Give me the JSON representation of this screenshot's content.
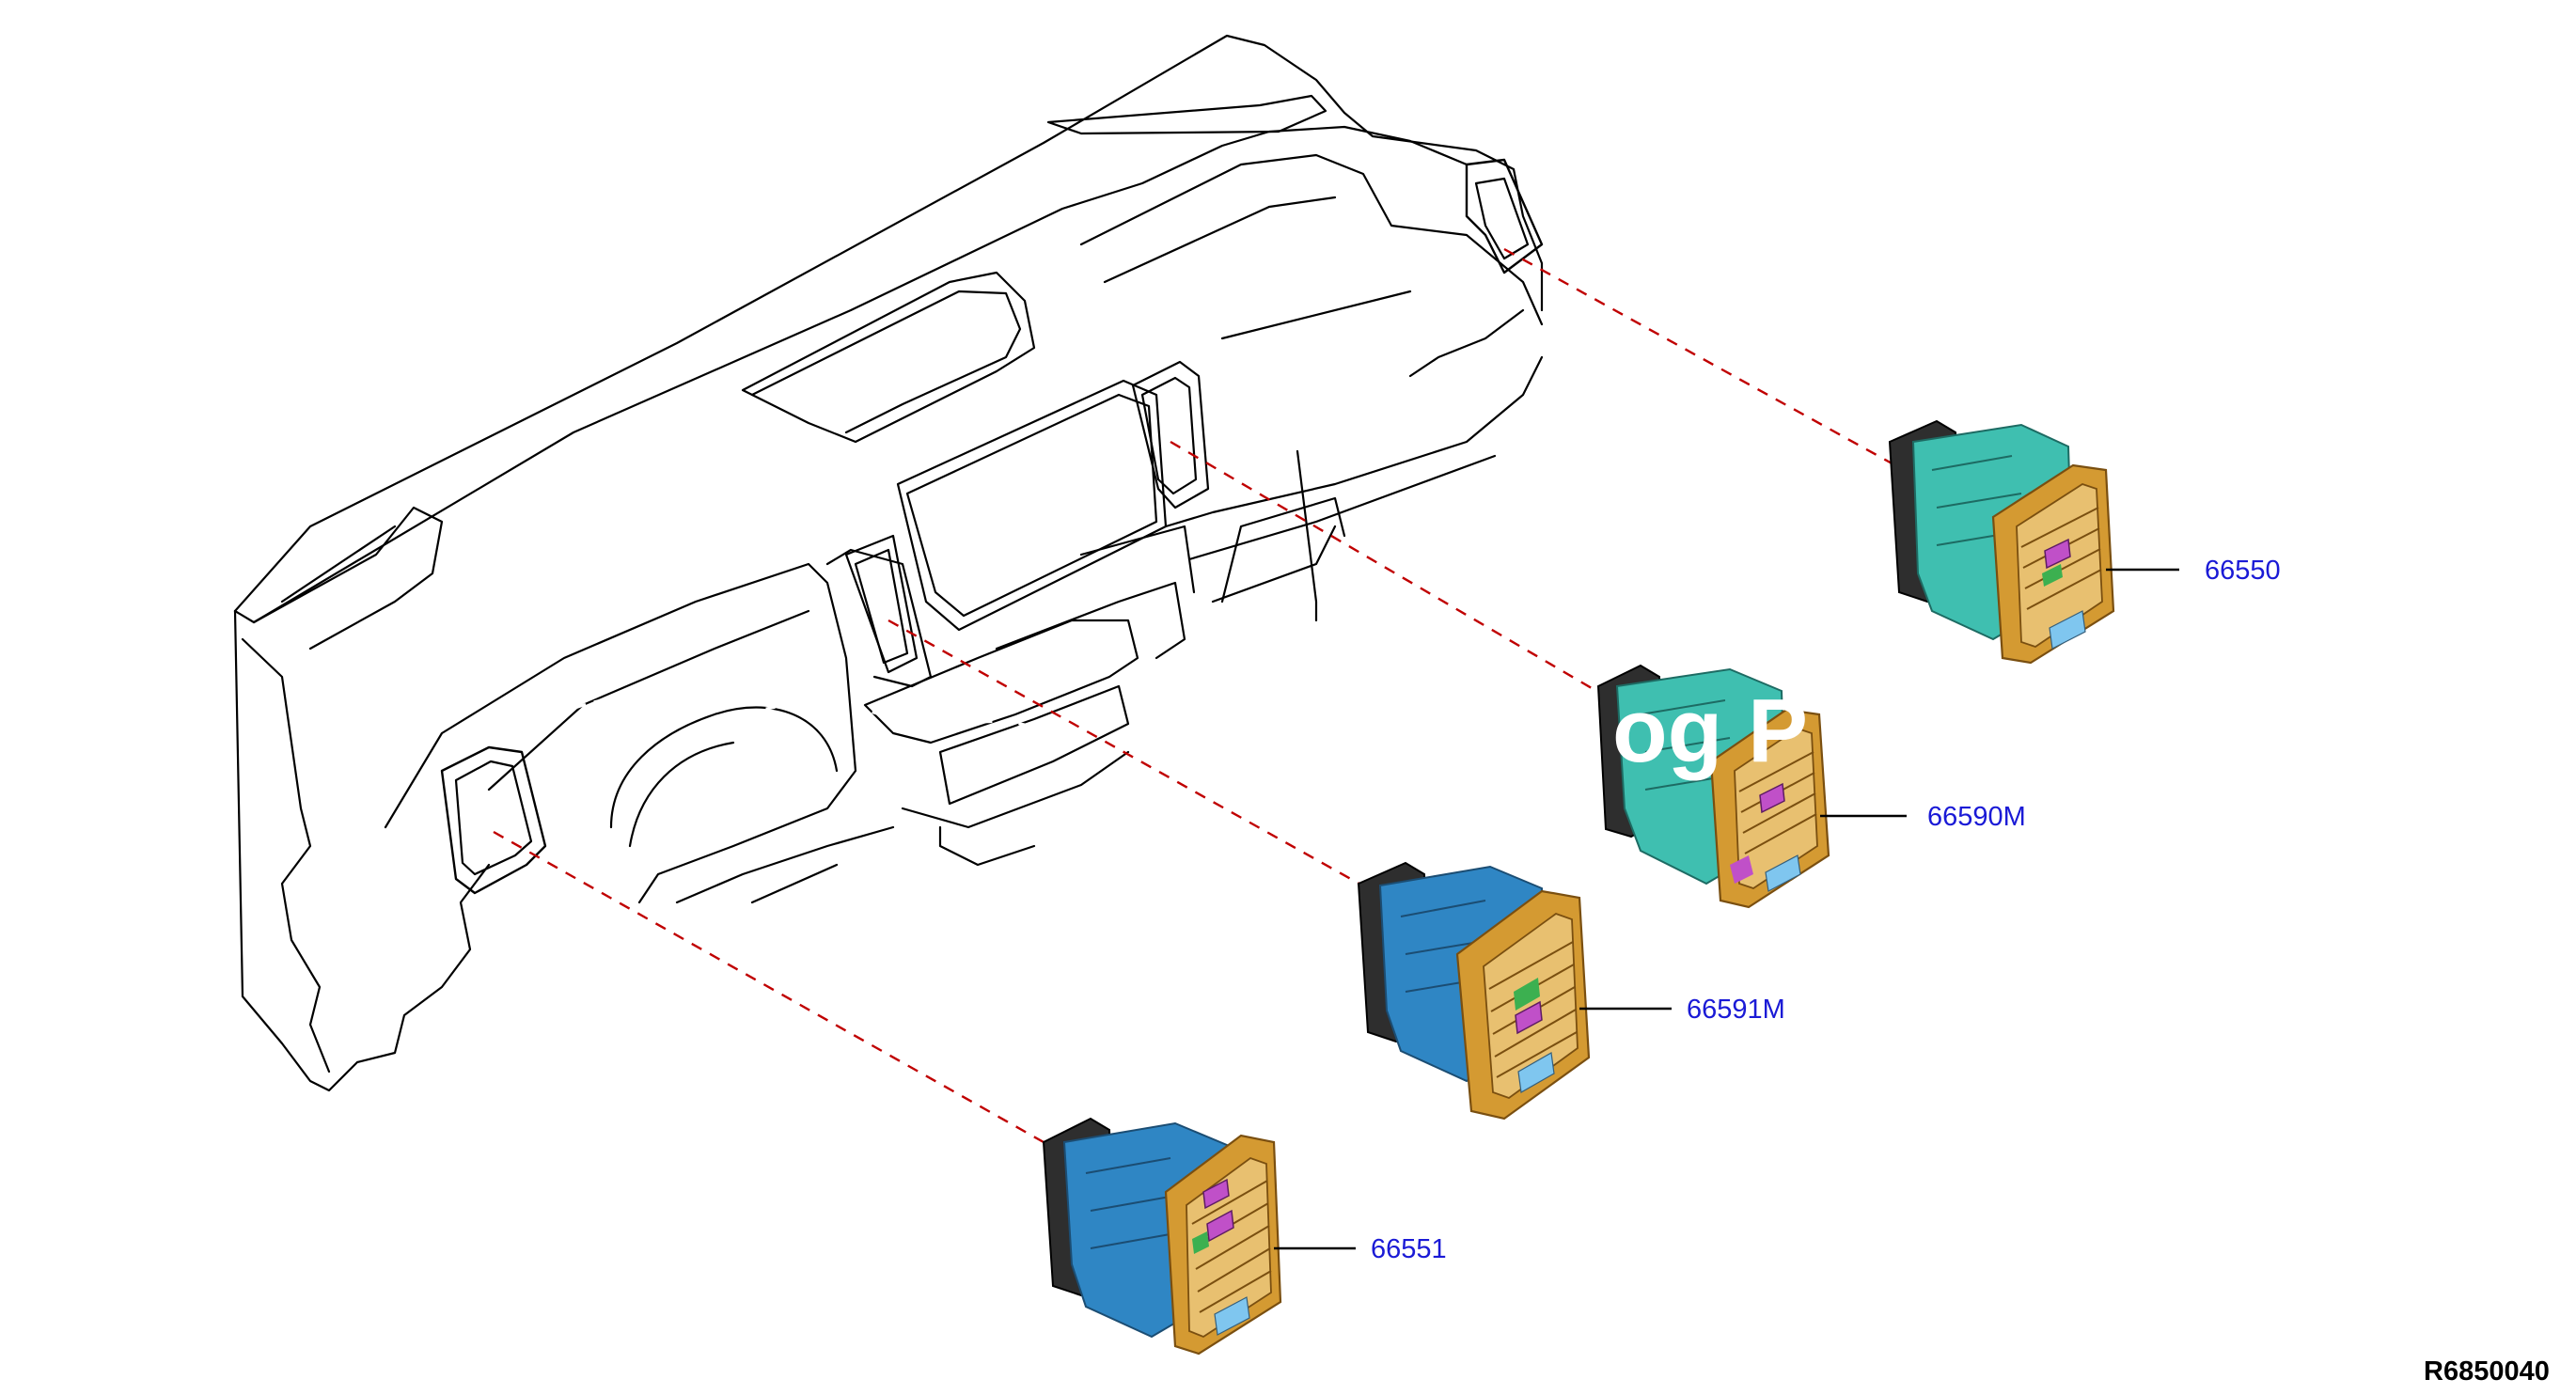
{
  "diagram": {
    "parts": [
      {
        "id": "upper-right-vent",
        "number": "66550"
      },
      {
        "id": "center-right-vent",
        "number": "66590M"
      },
      {
        "id": "center-left-vent",
        "number": "66591M"
      },
      {
        "id": "left-side-vent",
        "number": "66551"
      }
    ],
    "reference": "R6850040",
    "watermark": "og P",
    "colors": {
      "outline": "#000000",
      "leader_dashes": "#c00000",
      "part_number_text": "#1a1ad6",
      "bezel": "#d49a32",
      "housing_teal": "#3fbfb0",
      "housing_blue": "#2f86c4",
      "vane_tab": "#c050c8",
      "vane_tab_green": "#3cb050",
      "gasket": "#2e2e2e"
    }
  }
}
